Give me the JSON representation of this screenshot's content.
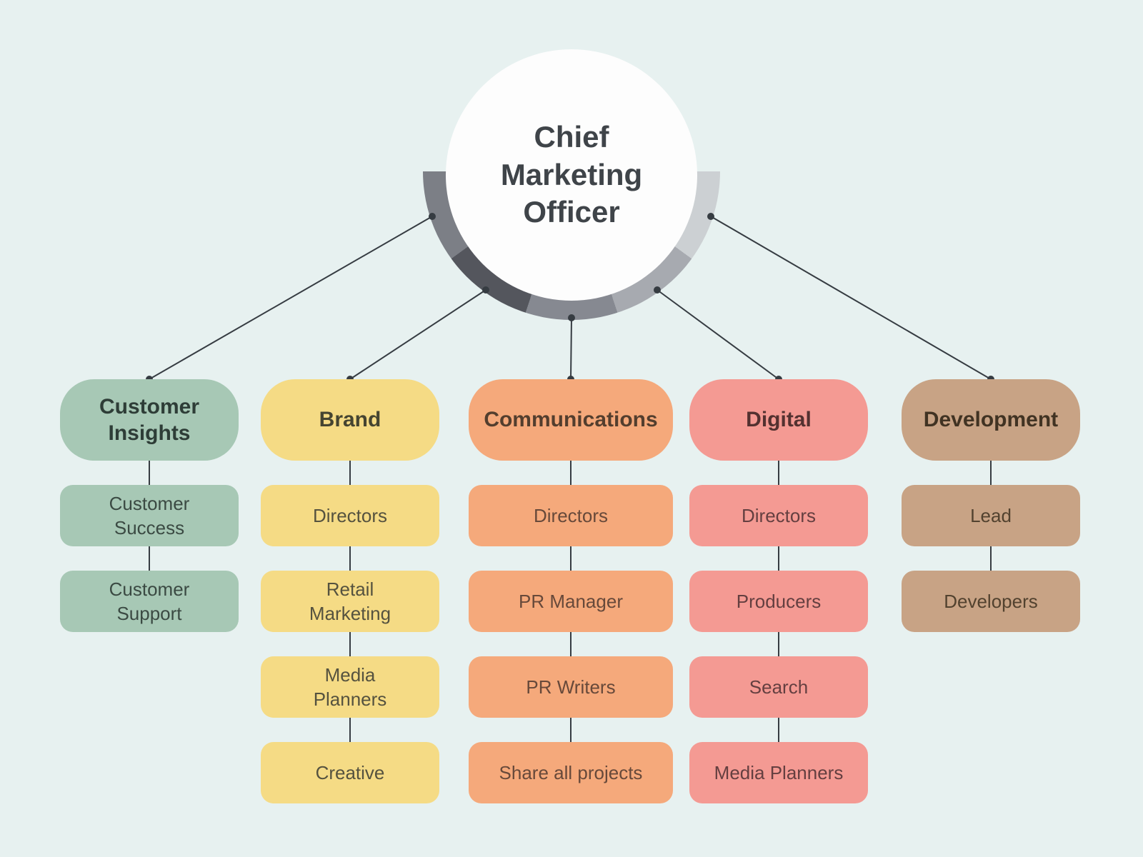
{
  "root": {
    "title": "Chief Marketing Officer"
  },
  "columns": [
    {
      "id": "customer-insights",
      "label": "Customer Insights",
      "color": "#a7c8b5",
      "items": [
        "Customer Success",
        "Customer Support"
      ]
    },
    {
      "id": "brand",
      "label": "Brand",
      "color": "#f5db85",
      "items": [
        "Directors",
        "Retail Marketing",
        "Media Planners",
        "Creative"
      ]
    },
    {
      "id": "communications",
      "label": "Communications",
      "color": "#f5a97b",
      "items": [
        "Directors",
        "PR Manager",
        "PR Writers",
        "Share all projects"
      ]
    },
    {
      "id": "digital",
      "label": "Digital",
      "color": "#f49a93",
      "items": [
        "Directors",
        "Producers",
        "Search",
        "Media Planners"
      ]
    },
    {
      "id": "development",
      "label": "Development",
      "color": "#c8a385",
      "items": [
        "Lead",
        "Developers"
      ]
    }
  ],
  "colors": {
    "background": "#e7f1f0",
    "center_circle": "#fdfdfd",
    "connector_line": "#363c42",
    "ring_segments": [
      "#7c7f86",
      "#54565d",
      "#868991",
      "#a7aab0",
      "#ccd0d3"
    ]
  }
}
